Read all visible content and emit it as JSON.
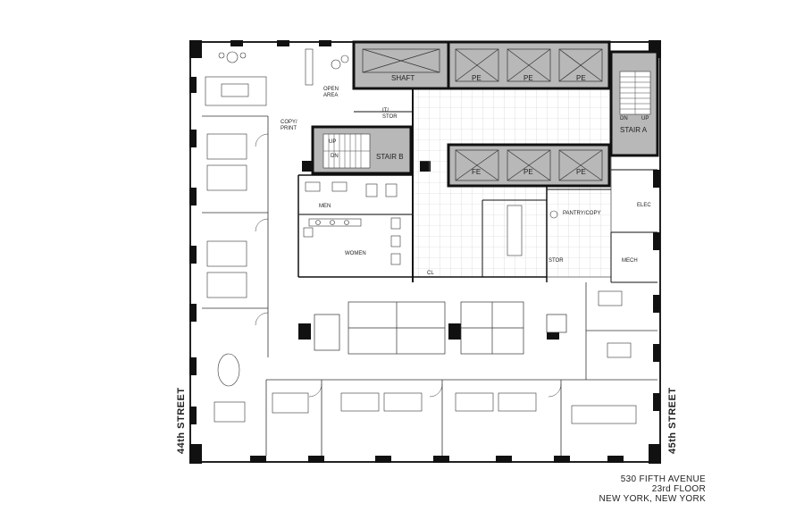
{
  "rooms": {
    "open_area": [
      "OPEN",
      "AREA"
    ],
    "copy_print": [
      "COPY/",
      "PRINT"
    ],
    "it_stor": [
      "IT/",
      "STOR"
    ],
    "shaft": "SHAFT",
    "pe": "PE",
    "fe": "FE",
    "stair_a": "STAIR A",
    "stair_b": "STAIR B",
    "dn": "DN",
    "up": "UP",
    "men": "MEN",
    "women": "WOMEN",
    "cl": "CL",
    "pantry_copy": "PANTRY/COPY",
    "elec": "ELEC",
    "stor": "STOR",
    "mech": "MECH"
  },
  "streets": {
    "west": "44th STREET",
    "east": "45th STREET"
  },
  "address": {
    "line1": "530 FIFTH AVENUE",
    "line2": "23rd FLOOR",
    "line3": "NEW YORK, NEW YORK"
  }
}
